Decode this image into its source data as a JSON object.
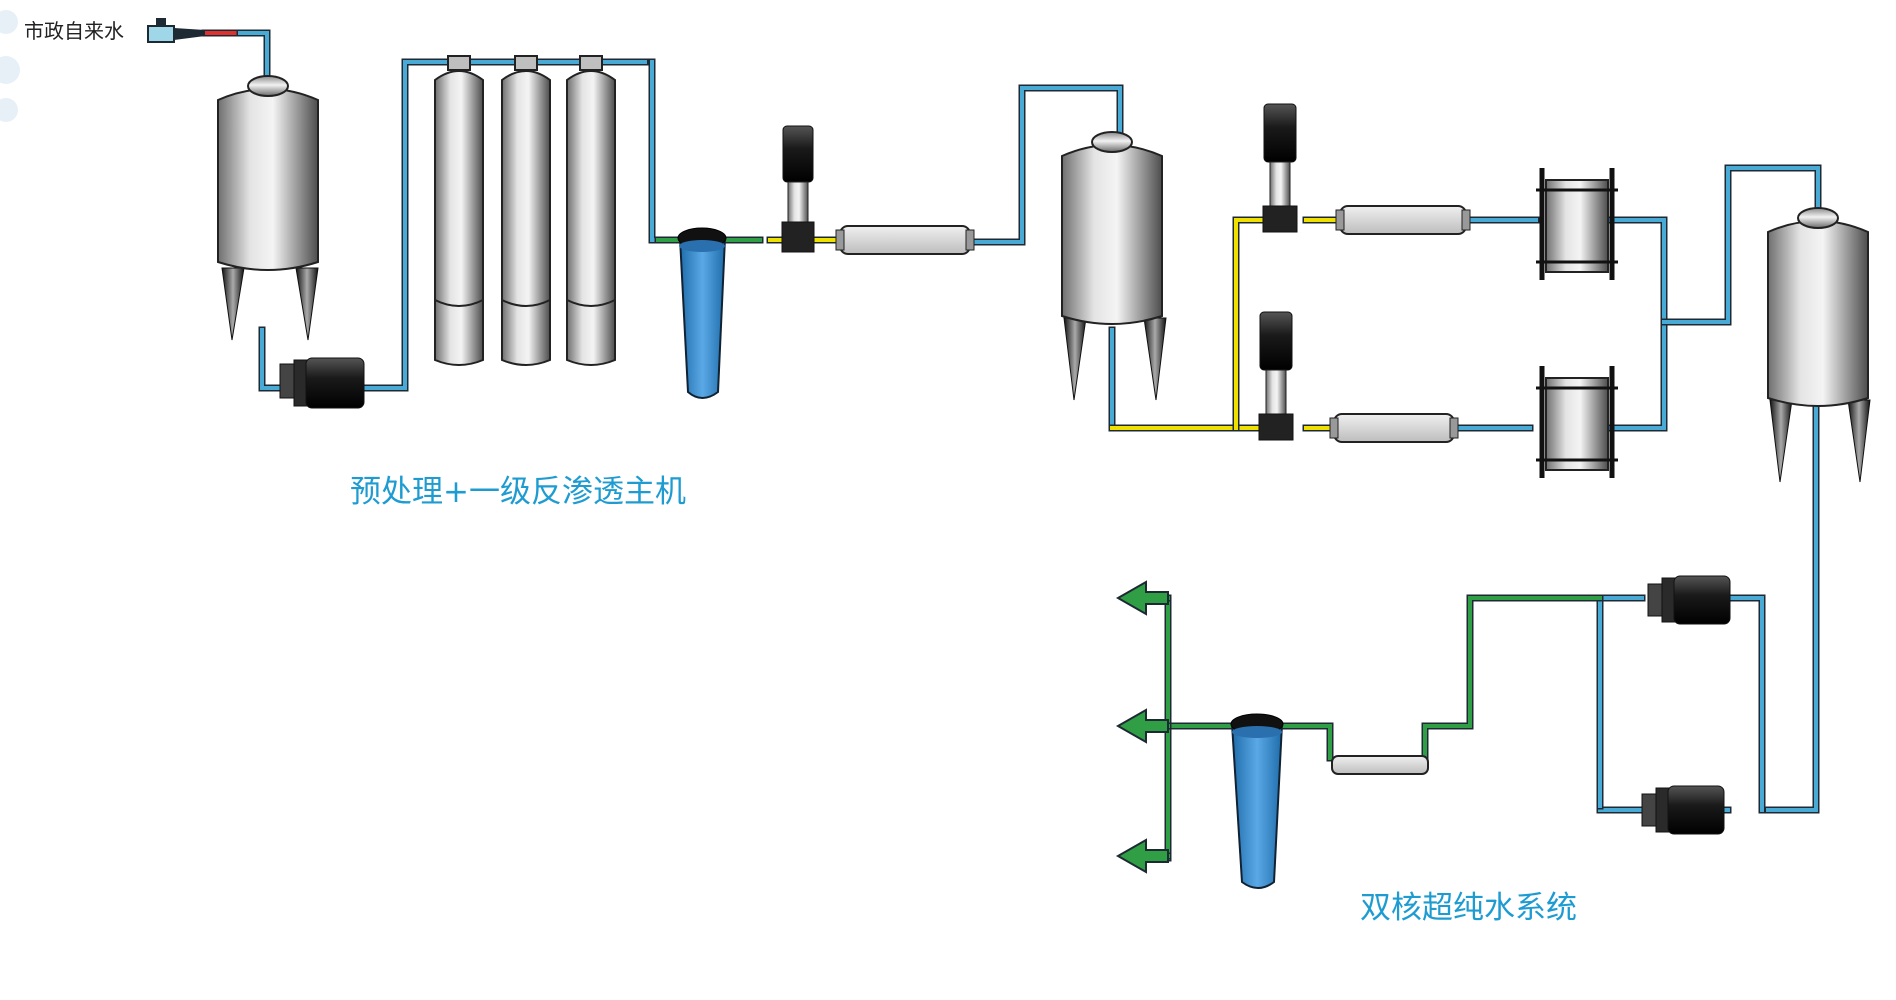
{
  "labels": {
    "source": "市政自来水",
    "section1": "预处理+一级反渗透主机",
    "section2": "双核超纯水系统"
  },
  "colors": {
    "pipe_blue": "#4aaad6",
    "pipe_green": "#2f9e44",
    "pipe_yellow": "#f0e000",
    "pipe_red": "#e03030",
    "label": "#1e9cd2",
    "pipe_outline": "#1d2a33"
  },
  "icons": {
    "tank": "tank-icon",
    "pump": "pump-icon",
    "vertical_pump": "vertical-pump-icon",
    "filter_column": "filter-column-icon",
    "cartridge_filter": "cartridge-filter-icon",
    "membrane": "membrane-housing-icon",
    "edi": "edi-module-icon",
    "outlet": "outlet-arrow-icon",
    "valve": "valve-icon"
  }
}
